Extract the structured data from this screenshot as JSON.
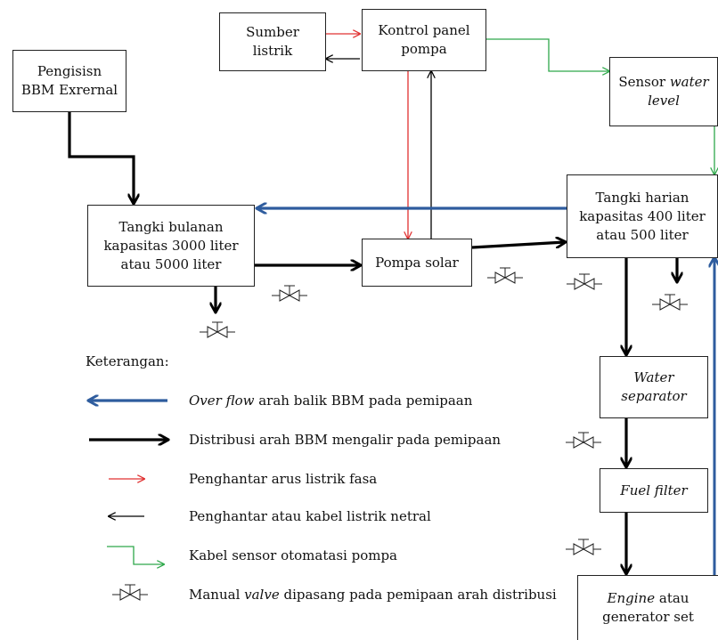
{
  "nodes": {
    "sumber": [
      "Sumber",
      "listrik"
    ],
    "kontrol": [
      "Kontrol panel",
      "pompa"
    ],
    "pengisisn": [
      "Pengisisn",
      "BBM Exrernal"
    ],
    "sensor": {
      "l1_a": "Sensor ",
      "l1_b": "water",
      "l2": "level"
    },
    "bulanan": [
      "Tangki bulanan",
      "kapasitas 3000 liter",
      "atau 5000 liter"
    ],
    "pompa": [
      "Pompa solar"
    ],
    "harian": [
      "Tangki harian",
      "kapasitas 400 liter",
      "atau 500 liter"
    ],
    "separator": [
      "Water",
      "separator"
    ],
    "filter": [
      "Fuel filter"
    ],
    "engine": {
      "l1_a": "Engine",
      "l1_b": " atau",
      "l2": "generator set"
    }
  },
  "legend": {
    "title": "Keterangan:",
    "overflow": {
      "italic": "Over flow",
      "rest": " arah balik BBM pada pemipaan"
    },
    "distribusi": "Distribusi arah BBM mengalir pada pemipaan",
    "fasa": "Penghantar arus listrik fasa",
    "netral": "Penghantar atau kabel listrik netral",
    "sensor": "Kabel sensor otomatasi pompa",
    "valve": {
      "a": "Manual ",
      "b": "valve",
      "c": " dipasang pada pemipaan arah distribusi"
    }
  },
  "colors": {
    "overflow": "#2e5c9e",
    "distribution": "#000000",
    "phase": "#e03030",
    "neutral": "#000000",
    "sensor": "#2ea84a"
  }
}
